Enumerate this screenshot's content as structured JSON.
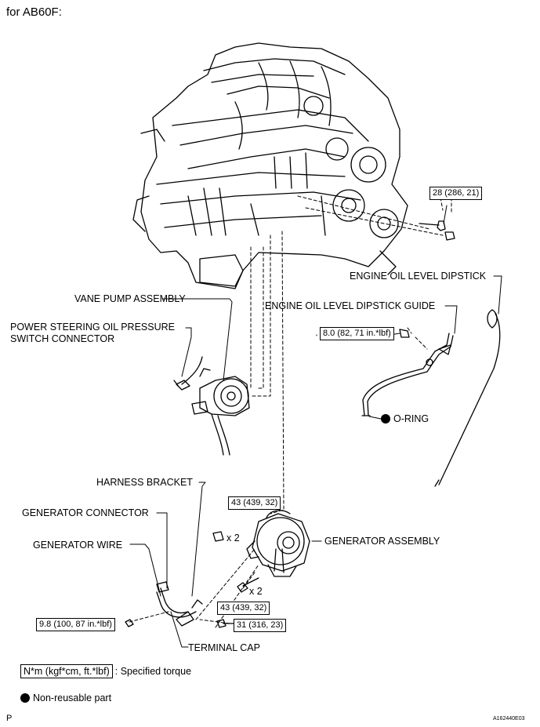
{
  "header": {
    "title": "for AB60F:"
  },
  "labels": {
    "torque_28": "28 (286, 21)",
    "engine_oil_level_dipstick": "ENGINE OIL LEVEL DIPSTICK",
    "vane_pump_assembly": "VANE PUMP ASSEMBLY",
    "dipstick_guide": "ENGINE OIL LEVEL DIPSTICK GUIDE",
    "ps_switch_line1": "POWER STEERING OIL PRESSURE",
    "ps_switch_line2": "SWITCH CONNECTOR",
    "torque_8": "8.0 (82, 71 in.*lbf)",
    "o_ring": "O-RING",
    "harness_bracket": "HARNESS BRACKET",
    "torque_43_top": "43 (439, 32)",
    "generator_connector": "GENERATOR CONNECTOR",
    "x2_top": "x 2",
    "generator_assembly": "GENERATOR ASSEMBLY",
    "generator_wire": "GENERATOR WIRE",
    "x2_bottom": "x 2",
    "torque_43_bottom": "43 (439, 32)",
    "torque_98": "9.8 (100, 87 in.*lbf)",
    "torque_31": "31 (316, 23)",
    "terminal_cap": "TERMINAL CAP"
  },
  "legend": {
    "torque_unit": "N*m (kgf*cm, ft.*lbf)",
    "torque_desc": ": Specified torque",
    "non_reusable": "Non-reusable part"
  },
  "footer": {
    "page_mark": "P",
    "figure_id": "A162440E03"
  }
}
